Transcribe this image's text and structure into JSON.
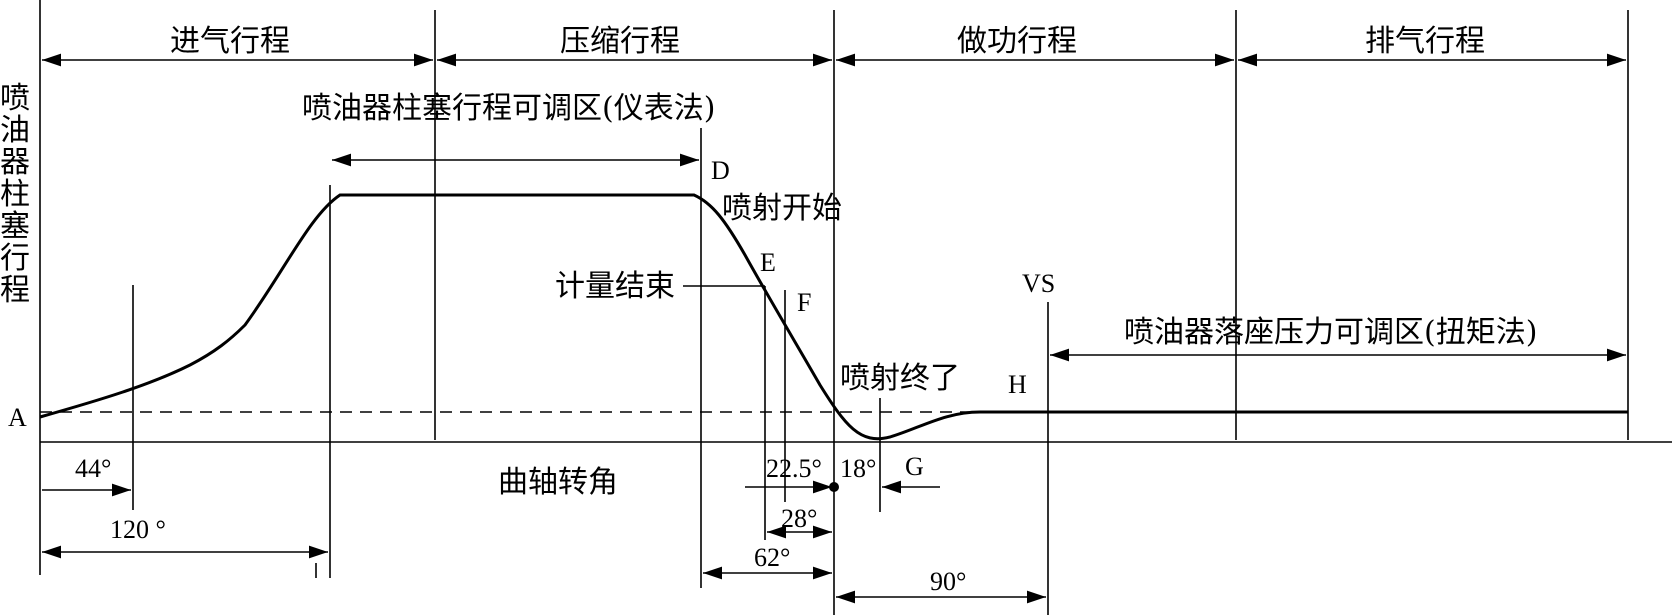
{
  "strokes": {
    "intake": "进气行程",
    "compression": "压缩行程",
    "power": "做功行程",
    "exhaust": "排气行程"
  },
  "y_axis_label_chars": [
    "喷",
    "油",
    "器",
    "柱",
    "塞",
    "行",
    "程"
  ],
  "labels": {
    "plunger_adjust_zone": "喷油器柱塞行程可调区(仪表法)",
    "seat_adjust_zone": "喷油器落座压力可调区(扭矩法)",
    "x_axis": "曲轴转角",
    "injection_start": "喷射开始",
    "metering_end": "计量结束",
    "injection_end": "喷射终了"
  },
  "points": {
    "A": "A",
    "D": "D",
    "E": "E",
    "F": "F",
    "G": "G",
    "H": "H",
    "VS": "VS"
  },
  "angles": {
    "a44": "44°",
    "a120": "120 °",
    "a22_5": "22.5°",
    "a18": "18°",
    "a28": "28°",
    "a62": "62°",
    "a90": "90°"
  }
}
